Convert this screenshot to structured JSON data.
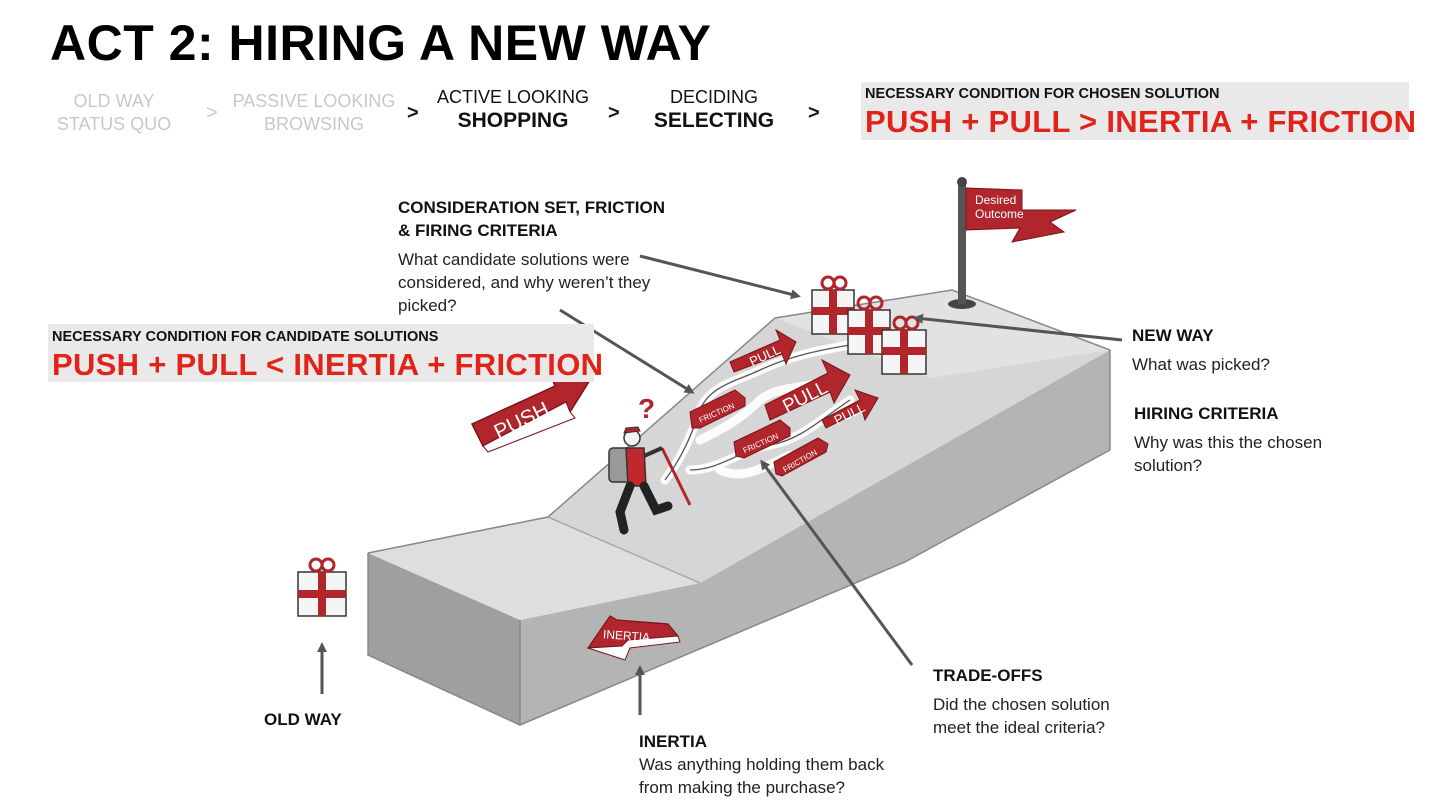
{
  "title": "ACT 2: HIRING A NEW WAY",
  "stages": [
    {
      "top": "OLD WAY",
      "bottom": "STATUS QUO"
    },
    {
      "top": "PASSIVE LOOKING",
      "bottom": "BROWSING"
    },
    {
      "top": "ACTIVE LOOKING",
      "bottom": "SHOPPING"
    },
    {
      "top": "DECIDING",
      "bottom": "SELECTING"
    }
  ],
  "separator": ">",
  "chosen_condition": {
    "label": "NECESSARY CONDITION FOR CHOSEN SOLUTION",
    "equation": "PUSH + PULL > INERTIA + FRICTION"
  },
  "candidate_condition": {
    "label": "NECESSARY CONDITION FOR CANDIDATE SOLUTIONS",
    "equation": "PUSH + PULL < INERTIA + FRICTION"
  },
  "annotations": {
    "consideration": {
      "heading_1": "CONSIDERATION SET, FRICTION",
      "heading_2": "& FIRING CRITERIA",
      "body_1": "What candidate solutions were",
      "body_2": "considered, and why weren’t they",
      "body_3": "picked?"
    },
    "new_way": {
      "heading": "NEW WAY",
      "body": "What was picked?"
    },
    "hiring": {
      "heading": "HIRING CRITERIA",
      "body_1": "Why was this the chosen",
      "body_2": "solution?"
    },
    "tradeoffs": {
      "heading": "TRADE-OFFS",
      "body_1": "Did the chosen solution",
      "body_2": "meet the ideal criteria?"
    },
    "inertia": {
      "heading": "INERTIA",
      "body_1": "Was anything holding them back",
      "body_2": "from making the purchase?"
    },
    "old_way": {
      "heading": "OLD WAY"
    }
  },
  "scene_labels": {
    "flag_1": "Desired",
    "flag_2": "Outcome",
    "push": "PUSH",
    "pull": "PULL",
    "friction": "FRICTION",
    "inertia": "INERTIA",
    "question": "?"
  },
  "colors": {
    "accent_red": "#e0241b",
    "arrow_red": "#b0262c",
    "slope_grey": "#b3b3b3",
    "top_grey": "#dcdcdc",
    "label_bg": "#e9e9e9"
  }
}
